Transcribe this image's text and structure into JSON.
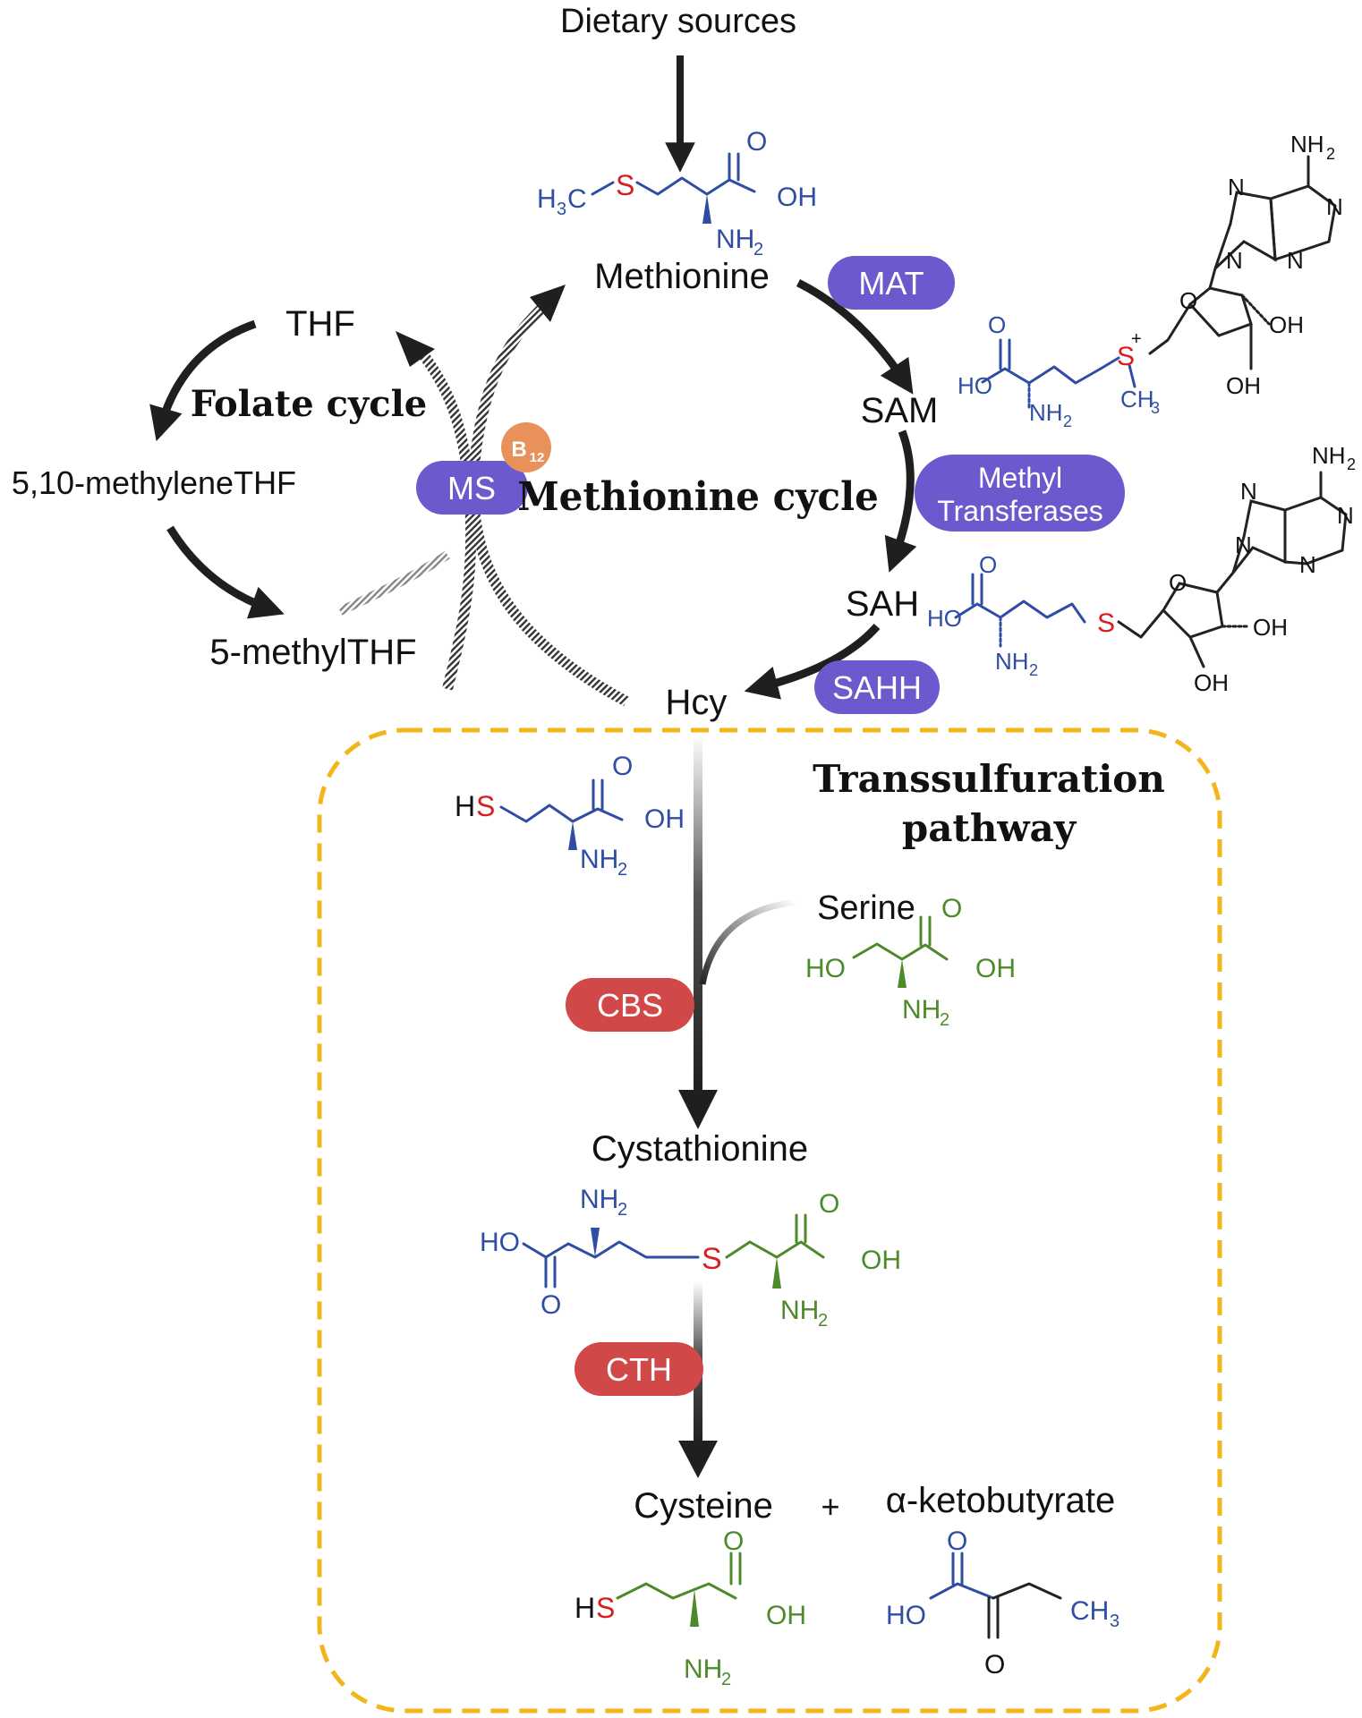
{
  "colors": {
    "enzyme_purple": "#6a5acd",
    "enzyme_red": "#d04848",
    "cofactor_orange": "#e8925a",
    "box_border": "#f2b51a",
    "atom_blue": "#2e4da3",
    "atom_green": "#4d8a2a",
    "sulfur_red": "#d81f1f"
  },
  "metabolites": {
    "dietary_sources": "Dietary sources",
    "methionine": "Methionine",
    "sam": "SAM",
    "sah": "SAH",
    "hcy": "Hcy",
    "thf": "THF",
    "methylene_thf": "5,10-methyleneTHF",
    "methyl_thf": "5-methylTHF",
    "serine": "Serine",
    "cystathionine": "Cystathionine",
    "cysteine": "Cysteine",
    "plus": "+",
    "ketobutyrate": "α-ketobutyrate"
  },
  "cycles": {
    "folate": "Folate cycle",
    "methionine": "Methionine cycle",
    "transsulfuration_line1": "Transsulfuration",
    "transsulfuration_line2": "pathway"
  },
  "enzymes": {
    "mat": "MAT",
    "methyl_transferases_line1": "Methyl",
    "methyl_transferases_line2": "Transferases",
    "sahh": "SAHH",
    "ms": "MS",
    "cbs": "CBS",
    "cth": "CTH"
  },
  "cofactor": {
    "base": "B",
    "subscript": "12"
  },
  "atoms": {
    "h3c": "H",
    "h3c_sub": "3",
    "c": "C",
    "s": "S",
    "o": "O",
    "oh": "OH",
    "ho": "HO",
    "nh": "NH",
    "nh2_sub": "2",
    "n": "N",
    "h": "H",
    "ch": "CH",
    "ch3_sub": "3",
    "plus_charge": "+"
  }
}
